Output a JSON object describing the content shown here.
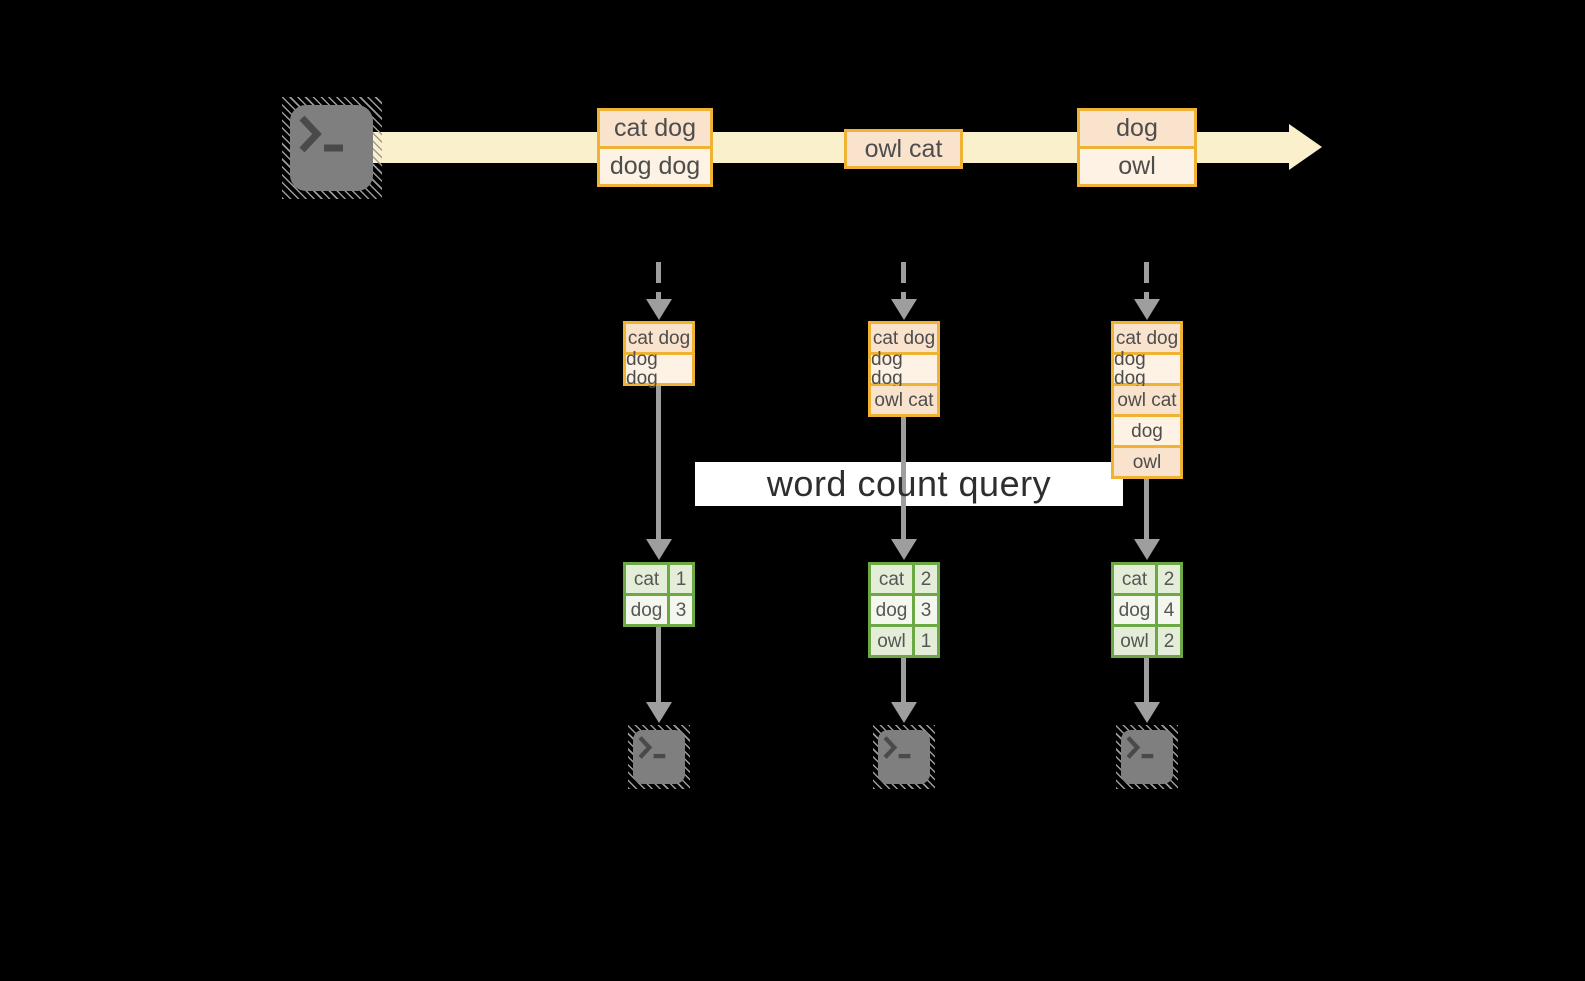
{
  "banner": {
    "label": "word count query"
  },
  "icons": {
    "source": "terminal-prompt-icon",
    "sinks": [
      "terminal-prompt-icon",
      "terminal-prompt-icon",
      "terminal-prompt-icon"
    ]
  },
  "colors": {
    "background": "#000000",
    "stream_band": "#FAF0CC",
    "event_border": "#F0B232",
    "event_fill_a": "#FAE3CC",
    "event_fill_b": "#FDF2E4",
    "table_border": "#6CA945",
    "table_fill_a": "#E3EDD8",
    "table_fill_b": "#F3F7EE",
    "arrow_gray": "#9E9E9E",
    "terminal_gray": "#7F7F7F",
    "banner_bg": "#FFFFFF",
    "text": "#4D4D4D"
  },
  "stream": {
    "groups": [
      {
        "items": [
          "cat dog",
          "dog dog"
        ]
      },
      {
        "items": [
          "owl cat"
        ]
      },
      {
        "items": [
          "dog",
          "owl"
        ]
      }
    ]
  },
  "columns": [
    {
      "buffer": [
        "cat dog",
        "dog dog"
      ],
      "counts": [
        {
          "word": "cat",
          "count": "1"
        },
        {
          "word": "dog",
          "count": "3"
        }
      ]
    },
    {
      "buffer": [
        "cat dog",
        "dog dog",
        "owl cat"
      ],
      "counts": [
        {
          "word": "cat",
          "count": "2"
        },
        {
          "word": "dog",
          "count": "3"
        },
        {
          "word": "owl",
          "count": "1"
        }
      ]
    },
    {
      "buffer": [
        "cat dog",
        "dog dog",
        "owl cat",
        "dog",
        "owl"
      ],
      "counts": [
        {
          "word": "cat",
          "count": "2"
        },
        {
          "word": "dog",
          "count": "4"
        },
        {
          "word": "owl",
          "count": "2"
        }
      ]
    }
  ]
}
